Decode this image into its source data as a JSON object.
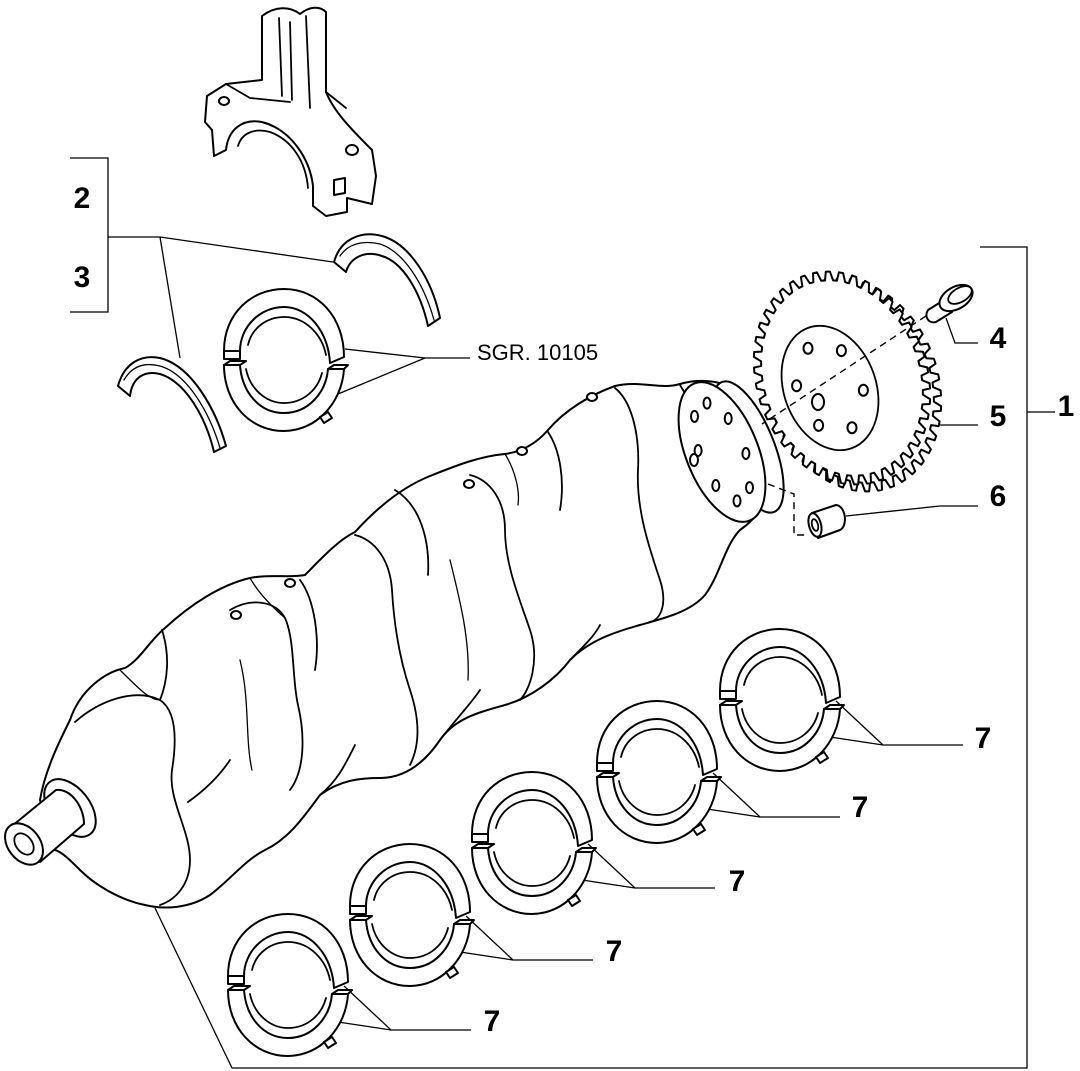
{
  "diagram": {
    "reference": "SGR. 10105",
    "callouts": {
      "c1": "1",
      "c2": "2",
      "c3": "3",
      "c4": "4",
      "c5": "5",
      "c6": "6",
      "c7": [
        "7",
        "7",
        "7",
        "7",
        "7"
      ]
    }
  },
  "colors": {
    "line": "#000000",
    "background": "#ffffff"
  }
}
